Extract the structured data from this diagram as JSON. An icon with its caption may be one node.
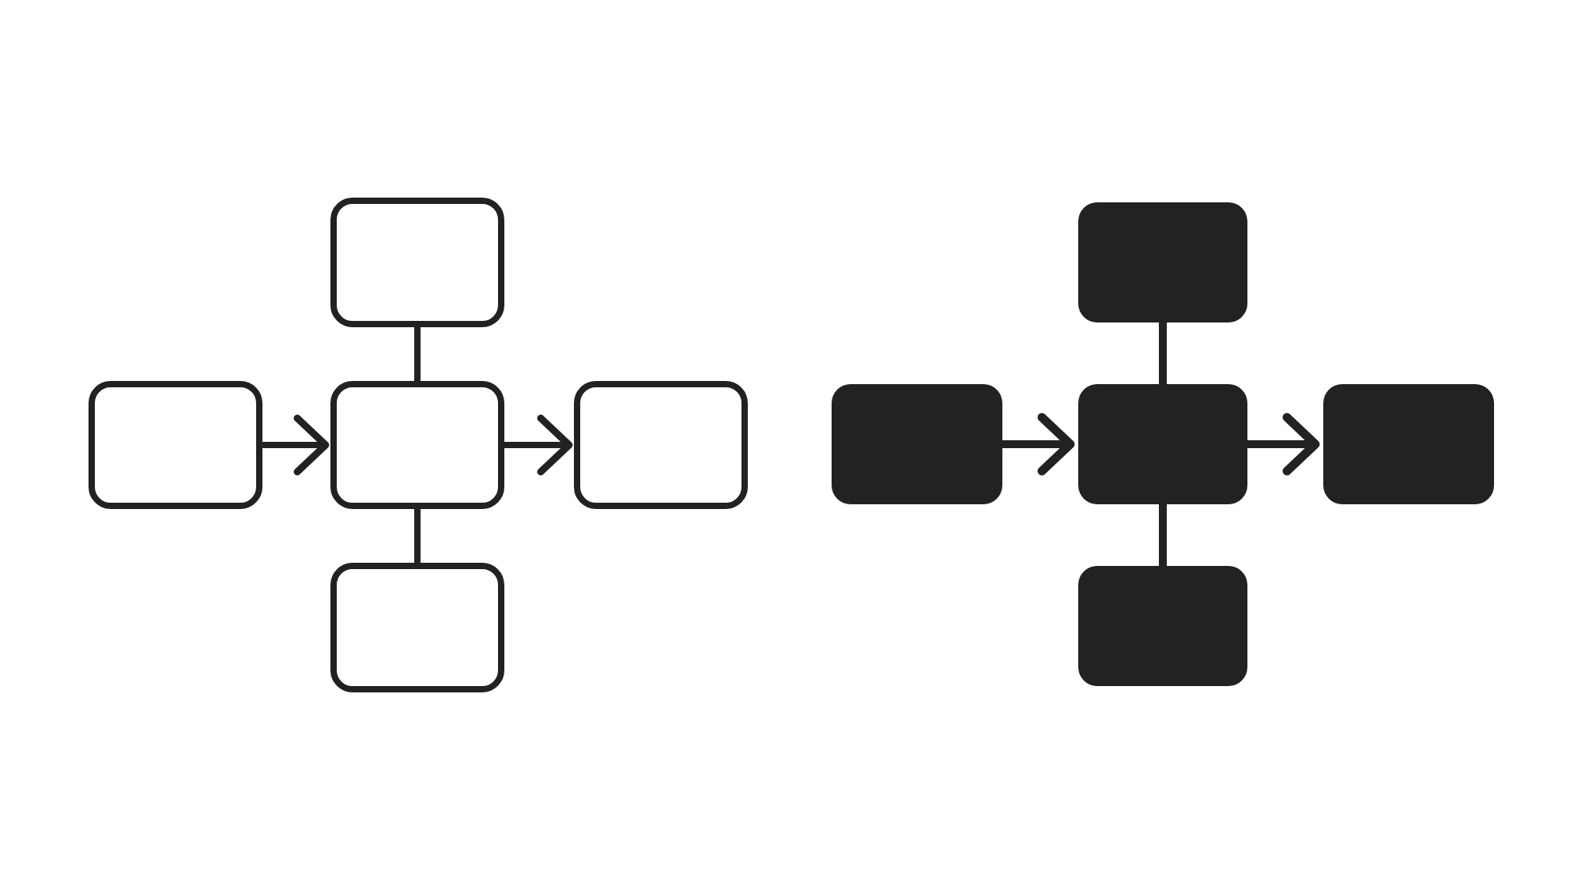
{
  "diagram": {
    "nodes": [
      {
        "text": [],
        "shape": "box"
      },
      {
        "text": [],
        "shape": "box"
      },
      {
        "text": [],
        "shape": "box"
      },
      {
        "text": [],
        "shape": "box"
      },
      {
        "text": [],
        "shape": "box"
      },
      {
        "text": [],
        "shape": "box"
      },
      {
        "text": [],
        "shape": "box"
      },
      {
        "text": [],
        "shape": "box"
      },
      {
        "text": [],
        "shape": "box"
      },
      {
        "text": [],
        "shape": "box"
      }
    ],
    "edges": [
      {
        "from": 0,
        "to": 2,
        "arrow": "none"
      },
      {
        "from": 1,
        "to": 2,
        "arrow": "to"
      },
      {
        "from": 2,
        "to": 3,
        "arrow": "to"
      },
      {
        "from": 2,
        "to": 4,
        "arrow": "none"
      },
      {
        "from": 5,
        "to": 7,
        "arrow": "none"
      },
      {
        "from": 6,
        "to": 7,
        "arrow": "to"
      },
      {
        "from": 7,
        "to": 8,
        "arrow": "to"
      },
      {
        "from": 7,
        "to": 9,
        "arrow": "none"
      }
    ]
  }
}
